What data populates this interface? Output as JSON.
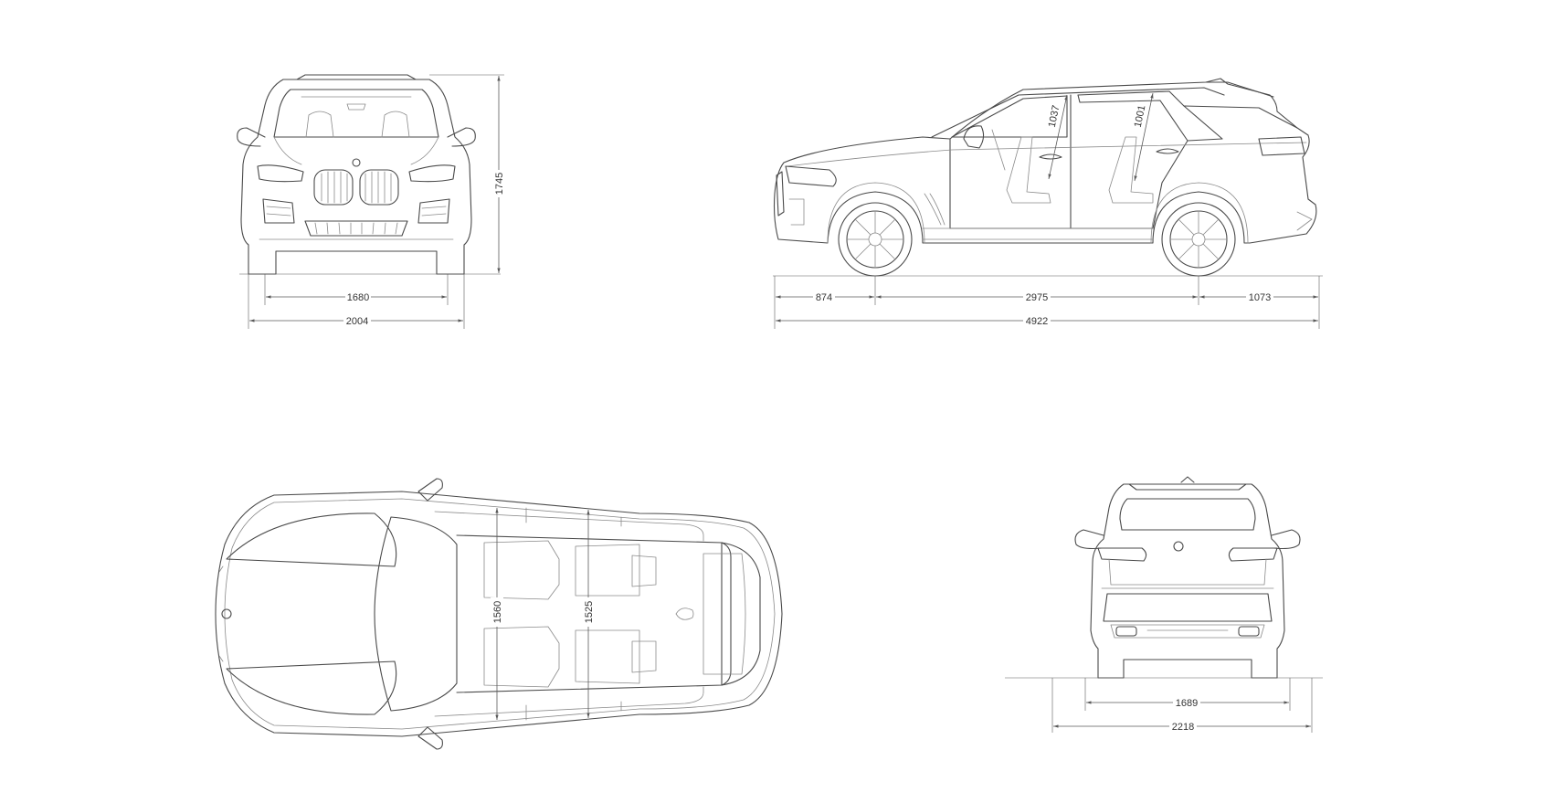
{
  "views": {
    "front": {
      "track_width": "1680",
      "overall_width": "2004",
      "height": "1745"
    },
    "side": {
      "front_overhang": "874",
      "wheelbase": "2975",
      "rear_overhang": "1073",
      "overall_length": "4922",
      "front_headroom": "1037",
      "rear_headroom": "1001"
    },
    "top": {
      "front_shoulder_width": "1560",
      "rear_shoulder_width": "1525"
    },
    "rear": {
      "track_width": "1689",
      "width_with_mirrors": "2218"
    }
  },
  "colors": {
    "line": "#4a4a4a",
    "background": "#ffffff"
  }
}
